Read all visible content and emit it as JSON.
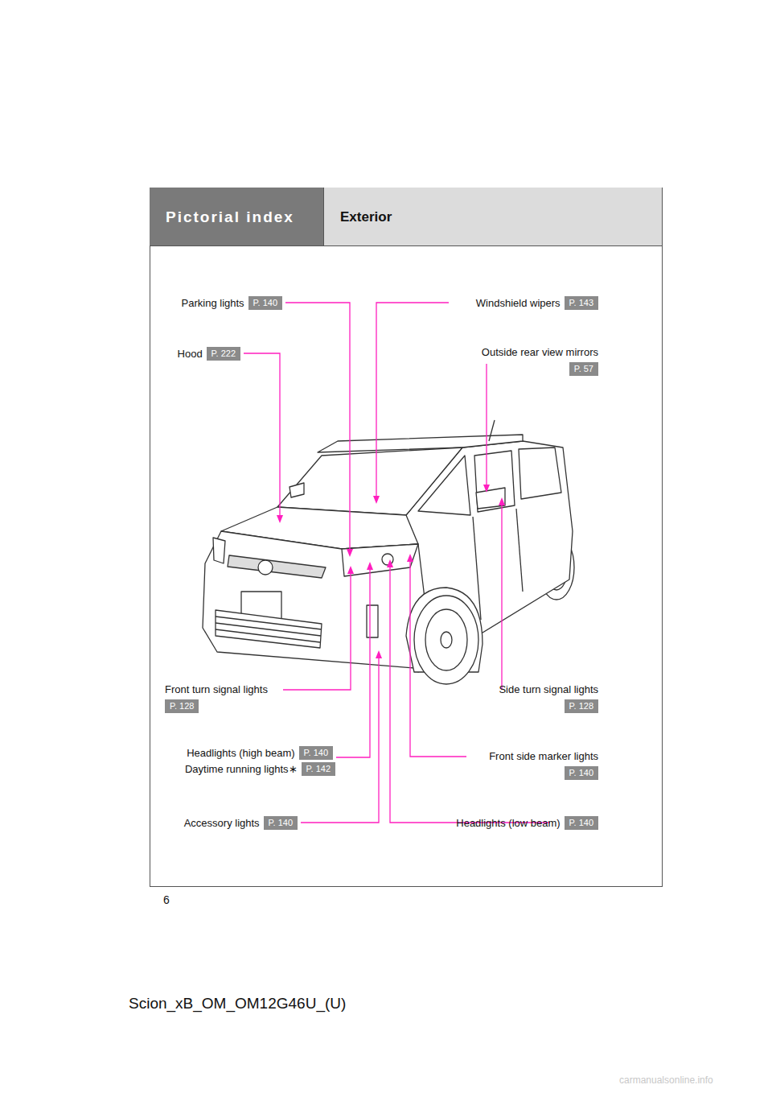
{
  "diagram": {
    "nodes": [
      {
        "text": [
          "Pictorial index"
        ]
      },
      {
        "text": [
          "Exterior"
        ]
      },
      {
        "text": [
          "Parking lights",
          "P. 140"
        ]
      },
      {
        "text": [
          "Windshield wipers",
          "P. 143"
        ]
      },
      {
        "text": [
          "Hood",
          "P. 222"
        ]
      },
      {
        "text": [
          "Outside rear view mirrors",
          "P. 57"
        ]
      },
      {
        "text": [
          "Front turn signal lights",
          "P. 128"
        ]
      },
      {
        "text": [
          "Side turn signal lights",
          "P. 128"
        ]
      },
      {
        "text": [
          "Headlights (high beam)",
          "P. 140"
        ]
      },
      {
        "text": [
          "Daytime running lights∗",
          "P. 142"
        ]
      },
      {
        "text": [
          "Front side marker lights",
          "P. 140"
        ]
      },
      {
        "text": [
          "Accessory lights",
          "P. 140"
        ]
      },
      {
        "text": [
          "Headlights (low beam)",
          "P. 140"
        ]
      }
    ],
    "labels": [
      "6",
      "Scion_xB_OM_OM12G46U_(U)",
      "carmanualsonline.info"
    ]
  }
}
